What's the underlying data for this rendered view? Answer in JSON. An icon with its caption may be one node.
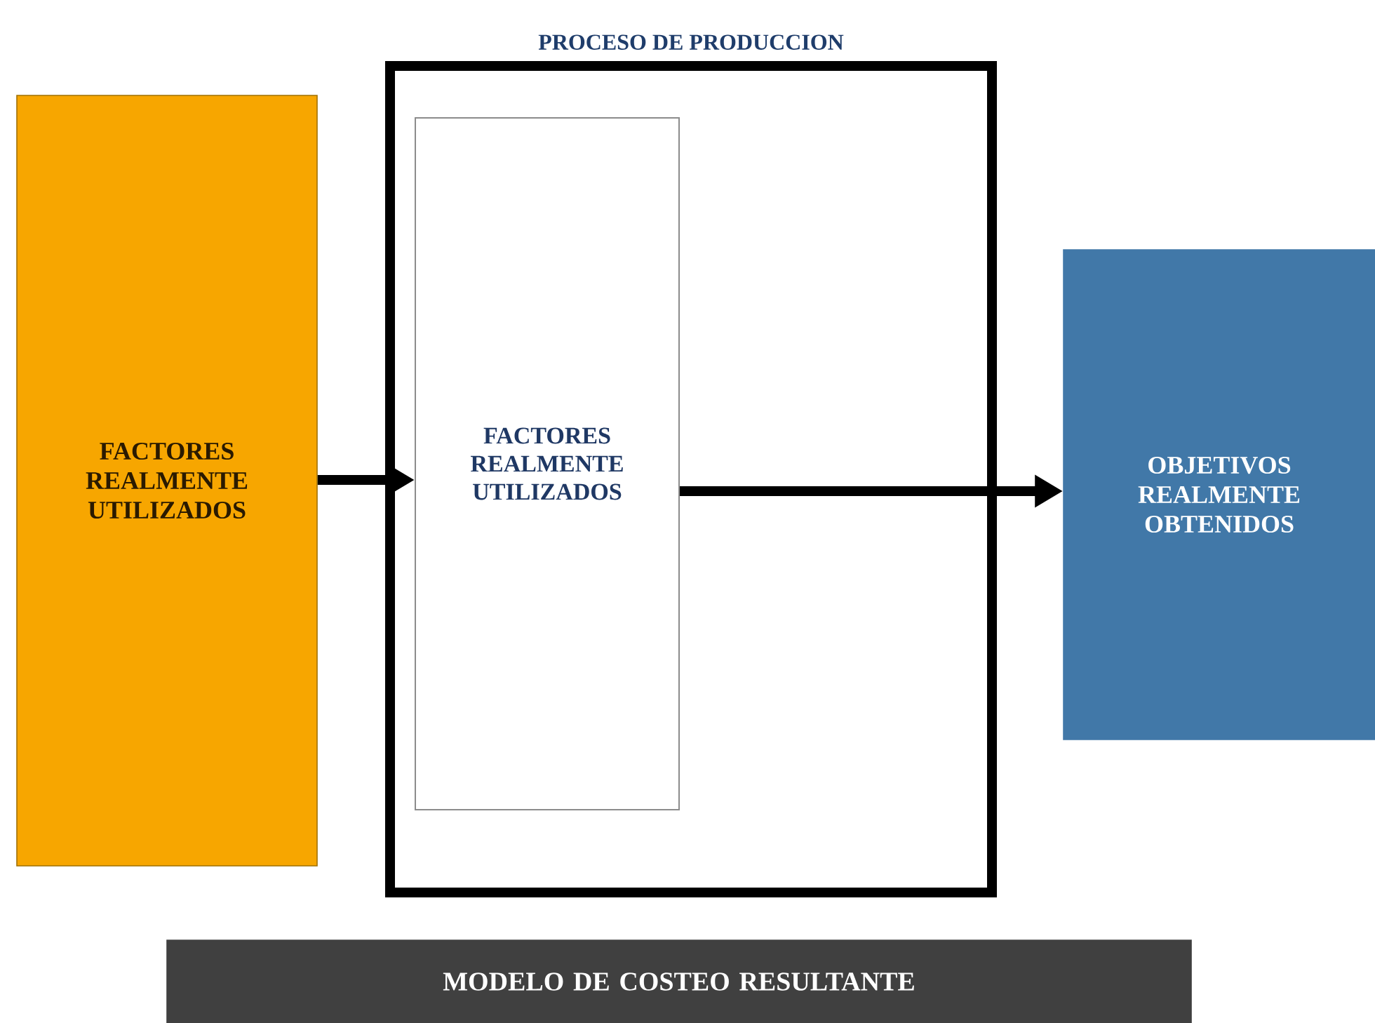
{
  "diagram": {
    "nodes": [
      {
        "text": [
          "FACTORES REALMENTE UTILIZADOS"
        ]
      },
      {
        "text": [
          "PROCESO DE PRODUCCION"
        ]
      },
      {
        "text": [
          "FACTORES REALMENTE UTILIZADOS"
        ],
        "in": 1
      },
      {
        "text": [
          "OBJETIVOS REALMENTE OBTENIDOS"
        ]
      },
      {
        "text": [
          "MODELO DE COSTEO RESULTANTE"
        ]
      }
    ],
    "edges": [
      {
        "from": 0,
        "to": 2,
        "arrow": "to"
      },
      {
        "from": 2,
        "to": 3,
        "arrow": "to"
      }
    ]
  }
}
